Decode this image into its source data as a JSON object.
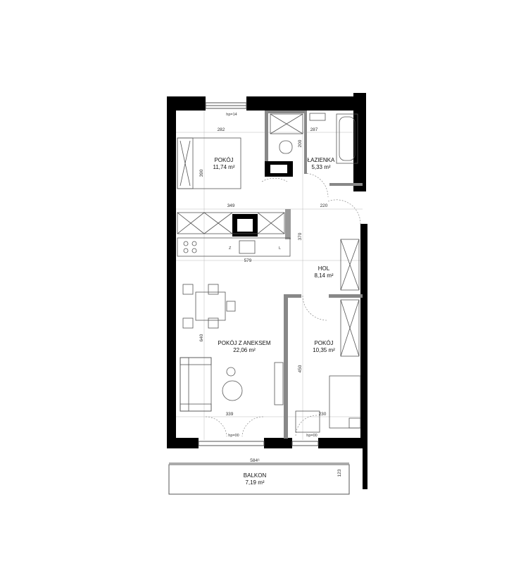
{
  "rooms": {
    "pokoj1": {
      "name": "POKÓJ",
      "area": "11,74 m²"
    },
    "lazienka": {
      "name": "ŁAZIENKA",
      "area": "5,33 m²"
    },
    "hol": {
      "name": "HOL",
      "area": "8,14 m²"
    },
    "pokoj_aneks": {
      "name": "POKÓJ Z ANEKSEM",
      "area": "22,06 m²"
    },
    "pokoj2": {
      "name": "POKÓJ",
      "area": "10,35 m²"
    },
    "balkon": {
      "name": "BALKON",
      "area": "7,19 m²"
    }
  },
  "dimensions": {
    "d282": "282",
    "d287": "287",
    "d390": "390",
    "d200": "200",
    "d349": "349",
    "d220": "220",
    "d370": "370",
    "d579": "579",
    "d640": "640",
    "d450": "450",
    "d339": "339",
    "d230": "230",
    "d584": "584⁶",
    "d123": "123"
  },
  "notes": {
    "hp_top": "hp=14",
    "hp_bottom_left": "hp=00",
    "hp_bottom_right": "hp=00"
  },
  "kitchen": {
    "z": "Z",
    "l": "L"
  }
}
